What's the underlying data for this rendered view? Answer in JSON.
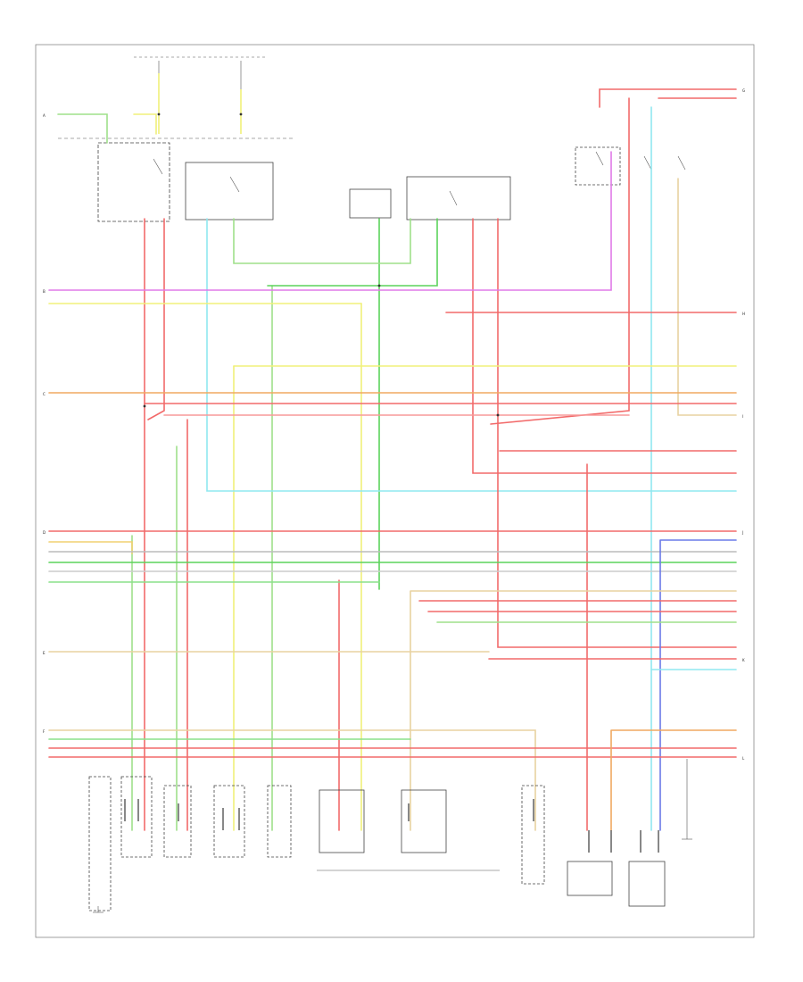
{
  "diagram": {
    "footer_code": "",
    "colors": {
      "red": "#f26a6a",
      "pink": "#f79a9a",
      "light_green": "#9fe08a",
      "green": "#5cd35c",
      "yellow": "#f0f07a",
      "cyan": "#8fe8f0",
      "magenta": "#e07ae8",
      "tan": "#e8d2a0",
      "orange": "#f0a860",
      "blue": "#6a7ae8",
      "purple": "#9a7ae0",
      "black": "#333333",
      "gray": "#999999"
    },
    "connector_refs": [
      "A",
      "B",
      "C",
      "D",
      "E",
      "F",
      "G",
      "H",
      "I",
      "J",
      "K",
      "L"
    ]
  }
}
